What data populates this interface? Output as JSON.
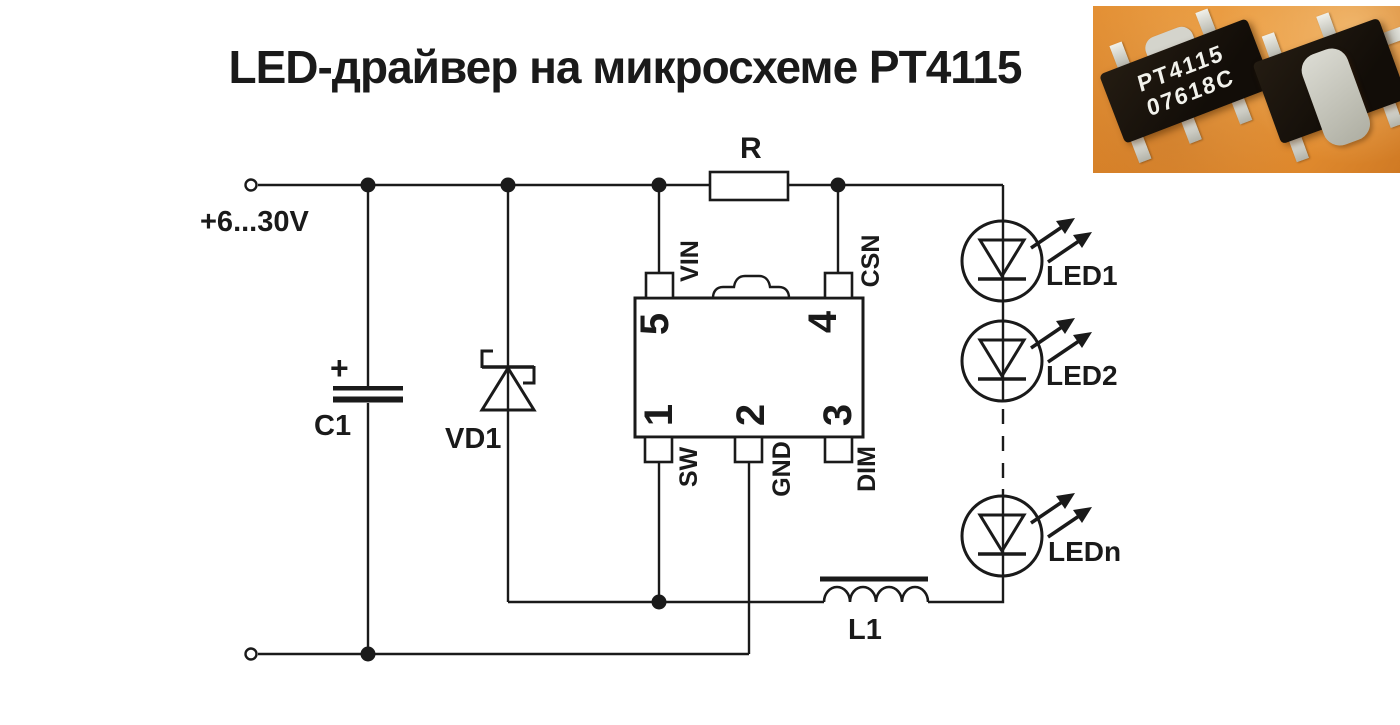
{
  "title": "LED-драйвер на микросхеме PT4115",
  "colors": {
    "line": "#1a1a1a",
    "background": "#ffffff",
    "photo_background": "#e08a2e"
  },
  "schematic": {
    "input_label": "+6...30V",
    "capacitor_ref": "C1",
    "capacitor_polarity": "+",
    "diode_ref": "VD1",
    "resistor_ref": "R",
    "inductor_ref": "L1",
    "ic": {
      "pins": [
        {
          "number": "5",
          "name": "VIN"
        },
        {
          "number": "4",
          "name": "CSN"
        },
        {
          "number": "1",
          "name": "SW"
        },
        {
          "number": "2",
          "name": "GND"
        },
        {
          "number": "3",
          "name": "DIM"
        }
      ]
    },
    "leds": [
      {
        "ref": "LED1"
      },
      {
        "ref": "LED2"
      },
      {
        "ref": "LEDn"
      }
    ]
  },
  "photo": {
    "marking_line1": "PT4115",
    "marking_line2": "07618C"
  }
}
